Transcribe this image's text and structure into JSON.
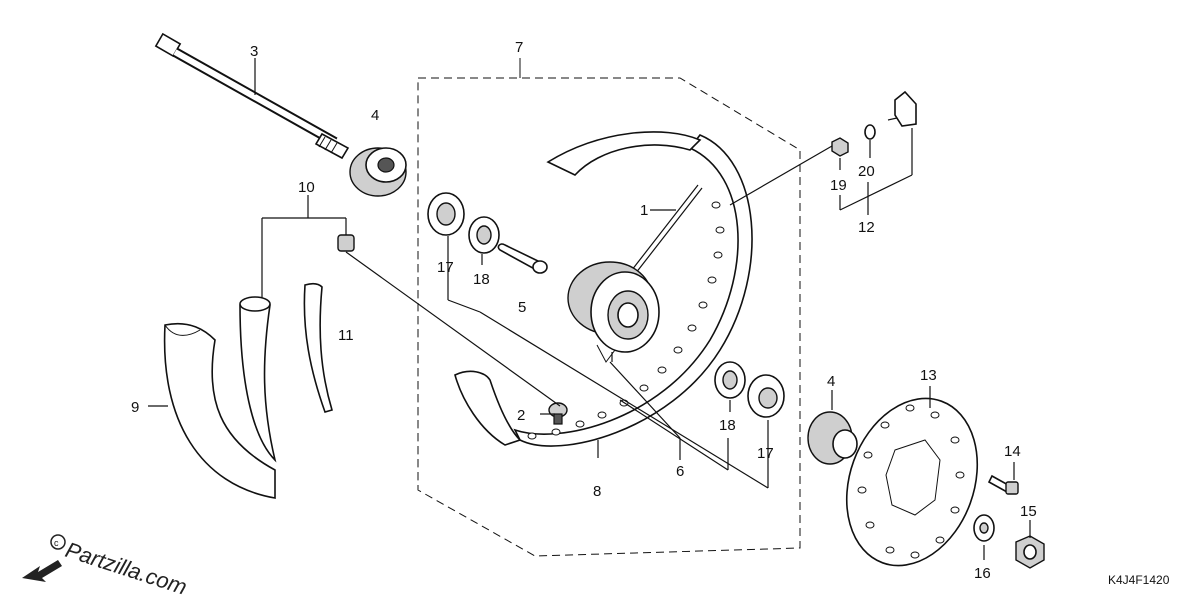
{
  "labels": {
    "p1": "1",
    "p2": "2",
    "p3": "3",
    "p4a": "4",
    "p4b": "4",
    "p5": "5",
    "p6": "6",
    "p7": "7",
    "p8": "8",
    "p9": "9",
    "p10": "10",
    "p11": "11",
    "p12": "12",
    "p13": "13",
    "p14": "14",
    "p15": "15",
    "p16": "16",
    "p17a": "17",
    "p17b": "17",
    "p18a": "18",
    "p18b": "18",
    "p19": "19",
    "p20": "20"
  },
  "diagram_code": "K4J4F1420",
  "watermark": "Partzilla.com",
  "icons": [
    "arrow-left-icon",
    "copyright-icon"
  ]
}
